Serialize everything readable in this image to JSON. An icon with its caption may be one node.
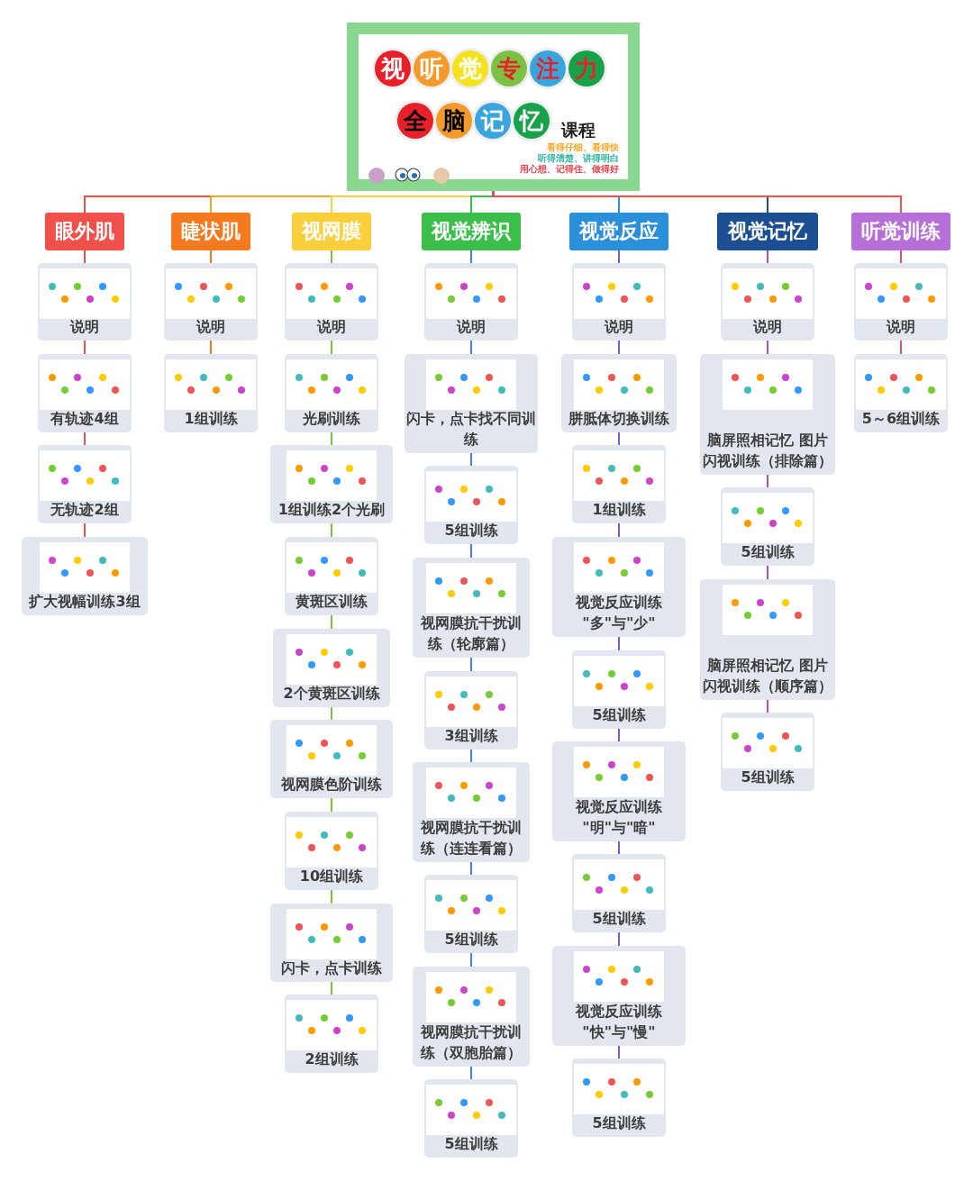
{
  "diagram": {
    "nodes": [
      {
        "text": [
          "视听觉专注力",
          "全脑记忆",
          "课程",
          "看得仔细、看得快",
          "听得清楚、讲得明白",
          "用心想、记得住、做得好"
        ]
      },
      {
        "text": [
          "眼外肌"
        ]
      },
      {
        "text": [
          "睫状肌"
        ]
      },
      {
        "text": [
          "视网膜"
        ]
      },
      {
        "text": [
          "视觉辨识"
        ]
      },
      {
        "text": [
          "视觉反应"
        ]
      },
      {
        "text": [
          "视觉记忆"
        ]
      },
      {
        "text": [
          "听觉训练"
        ]
      },
      {
        "text": [
          "说明"
        ]
      },
      {
        "text": [
          "有轨迹4组"
        ]
      },
      {
        "text": [
          "无轨迹2组"
        ]
      },
      {
        "text": [
          "扩大视幅训练3组"
        ]
      },
      {
        "text": [
          "说明"
        ]
      },
      {
        "text": [
          "1组训练"
        ]
      },
      {
        "text": [
          "说明"
        ]
      },
      {
        "text": [
          "光刷训练"
        ]
      },
      {
        "text": [
          "1组训练2个光刷"
        ]
      },
      {
        "text": [
          "黄斑区训练"
        ]
      },
      {
        "text": [
          "2个黄斑区训练"
        ]
      },
      {
        "text": [
          "视网膜色阶训练"
        ]
      },
      {
        "text": [
          "10组训练"
        ]
      },
      {
        "text": [
          "闪卡，点卡训练"
        ]
      },
      {
        "text": [
          "2组训练"
        ]
      },
      {
        "text": [
          "说明"
        ]
      },
      {
        "text": [
          "闪卡，点卡找不同训练"
        ]
      },
      {
        "text": [
          "5组训练"
        ]
      },
      {
        "text": [
          "视网膜抗干扰训练（轮廓篇）"
        ]
      },
      {
        "text": [
          "3组训练"
        ]
      },
      {
        "text": [
          "视网膜抗干扰训练（连连看篇）"
        ]
      },
      {
        "text": [
          "5组训练"
        ]
      },
      {
        "text": [
          "视网膜抗干扰训练（双胞胎篇）"
        ]
      },
      {
        "text": [
          "5组训练"
        ]
      },
      {
        "text": [
          "说明"
        ]
      },
      {
        "text": [
          "胼胝体切换训练"
        ]
      },
      {
        "text": [
          "1组训练"
        ]
      },
      {
        "text": [
          "视觉反应训练 \"多\"与\"少\""
        ]
      },
      {
        "text": [
          "5组训练"
        ]
      },
      {
        "text": [
          "视觉反应训练 \"明\"与\"暗\""
        ]
      },
      {
        "text": [
          "5组训练"
        ]
      },
      {
        "text": [
          "视觉反应训练 \"快\"与\"慢\""
        ]
      },
      {
        "text": [
          "5组训练"
        ]
      },
      {
        "text": [
          "说明"
        ]
      },
      {
        "text": [
          "脑屏照相记忆 图片闪视训练（排除篇）"
        ]
      },
      {
        "text": [
          "5组训练"
        ]
      },
      {
        "text": [
          "脑屏照相记忆 图片闪视训练（顺序篇）"
        ]
      },
      {
        "text": [
          "5组训练"
        ]
      },
      {
        "text": [
          "说明"
        ]
      },
      {
        "text": [
          "5～6组训练"
        ]
      }
    ],
    "edges": [
      {
        "from": 0,
        "to": 1,
        "arrow": "none",
        "color": "#f0514a"
      },
      {
        "from": 0,
        "to": 2,
        "arrow": "none",
        "color": "#f5a623"
      },
      {
        "from": 0,
        "to": 3,
        "arrow": "none",
        "color": "#f9cf3c"
      },
      {
        "from": 0,
        "to": 4,
        "arrow": "none",
        "color": "#3bbf4a"
      },
      {
        "from": 0,
        "to": 5,
        "arrow": "none",
        "color": "#2b8fd9"
      },
      {
        "from": 0,
        "to": 6,
        "arrow": "none",
        "color": "#1b4f91"
      },
      {
        "from": 0,
        "to": 7,
        "arrow": "none",
        "color": "#f0514a"
      },
      {
        "from": 1,
        "to": 8,
        "arrow": "none",
        "color": "#f0514a"
      },
      {
        "from": 8,
        "to": 9,
        "arrow": "none",
        "color": "#f0514a"
      },
      {
        "from": 9,
        "to": 10,
        "arrow": "none",
        "color": "#f0514a"
      },
      {
        "from": 10,
        "to": 11,
        "arrow": "none",
        "color": "#f0514a"
      },
      {
        "from": 2,
        "to": 12,
        "arrow": "none",
        "color": "#f5791f"
      },
      {
        "from": 12,
        "to": 13,
        "arrow": "none",
        "color": "#f5791f"
      },
      {
        "from": 3,
        "to": 14,
        "arrow": "none",
        "color": "#7cc242"
      },
      {
        "from": 14,
        "to": 15,
        "arrow": "none",
        "color": "#7cc242"
      },
      {
        "from": 15,
        "to": 16,
        "arrow": "none",
        "color": "#7cc242"
      },
      {
        "from": 16,
        "to": 17,
        "arrow": "none",
        "color": "#7cc242"
      },
      {
        "from": 17,
        "to": 18,
        "arrow": "none",
        "color": "#7cc242"
      },
      {
        "from": 18,
        "to": 19,
        "arrow": "none",
        "color": "#7cc242"
      },
      {
        "from": 19,
        "to": 20,
        "arrow": "none",
        "color": "#7cc242"
      },
      {
        "from": 20,
        "to": 21,
        "arrow": "none",
        "color": "#7cc242"
      },
      {
        "from": 21,
        "to": 22,
        "arrow": "none",
        "color": "#7cc242"
      },
      {
        "from": 4,
        "to": 23,
        "arrow": "none",
        "color": "#4a7fd4"
      },
      {
        "from": 23,
        "to": 24,
        "arrow": "none",
        "color": "#4a7fd4"
      },
      {
        "from": 24,
        "to": 25,
        "arrow": "none",
        "color": "#4a7fd4"
      },
      {
        "from": 25,
        "to": 26,
        "arrow": "none",
        "color": "#4a7fd4"
      },
      {
        "from": 26,
        "to": 27,
        "arrow": "none",
        "color": "#4a7fd4"
      },
      {
        "from": 27,
        "to": 28,
        "arrow": "none",
        "color": "#4a7fd4"
      },
      {
        "from": 28,
        "to": 29,
        "arrow": "none",
        "color": "#4a7fd4"
      },
      {
        "from": 29,
        "to": 30,
        "arrow": "none",
        "color": "#4a7fd4"
      },
      {
        "from": 30,
        "to": 31,
        "arrow": "none",
        "color": "#4a7fd4"
      },
      {
        "from": 5,
        "to": 32,
        "arrow": "none",
        "color": "#7b5cc4"
      },
      {
        "from": 32,
        "to": 33,
        "arrow": "none",
        "color": "#7b5cc4"
      },
      {
        "from": 33,
        "to": 34,
        "arrow": "none",
        "color": "#7b5cc4"
      },
      {
        "from": 34,
        "to": 35,
        "arrow": "none",
        "color": "#7b5cc4"
      },
      {
        "from": 35,
        "to": 36,
        "arrow": "none",
        "color": "#7b5cc4"
      },
      {
        "from": 36,
        "to": 37,
        "arrow": "none",
        "color": "#7b5cc4"
      },
      {
        "from": 37,
        "to": 38,
        "arrow": "none",
        "color": "#7b5cc4"
      },
      {
        "from": 38,
        "to": 39,
        "arrow": "none",
        "color": "#7b5cc4"
      },
      {
        "from": 39,
        "to": 40,
        "arrow": "none",
        "color": "#7b5cc4"
      },
      {
        "from": 6,
        "to": 41,
        "arrow": "none",
        "color": "#b04fc4"
      },
      {
        "from": 41,
        "to": 42,
        "arrow": "none",
        "color": "#b04fc4"
      },
      {
        "from": 42,
        "to": 43,
        "arrow": "none",
        "color": "#b04fc4"
      },
      {
        "from": 43,
        "to": 44,
        "arrow": "none",
        "color": "#b04fc4"
      },
      {
        "from": 44,
        "to": 45,
        "arrow": "none",
        "color": "#b04fc4"
      },
      {
        "from": 7,
        "to": 46,
        "arrow": "none",
        "color": "#e0506a"
      },
      {
        "from": 46,
        "to": 47,
        "arrow": "none",
        "color": "#e0506a"
      }
    ]
  }
}
